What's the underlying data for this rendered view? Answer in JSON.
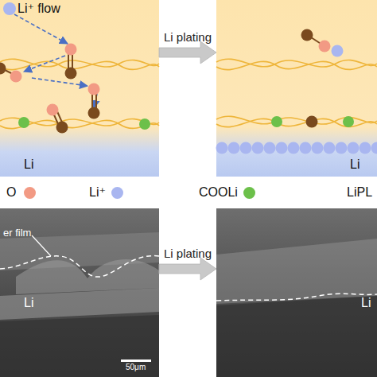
{
  "diagram": {
    "nodes": [
      {
        "text": [
          "Li⁺ flow",
          "Li"
        ]
      },
      {
        "text": [
          "Li"
        ]
      },
      {
        "text": [
          "er film",
          "Li",
          "50μm"
        ]
      },
      {
        "text": [
          "Li"
        ]
      }
    ],
    "edges": [
      {
        "from": 0,
        "to": 1,
        "label": "Li plating",
        "arrow": "to"
      },
      {
        "from": 2,
        "to": 3,
        "label": "Li plating",
        "arrow": "to"
      }
    ],
    "labels": [
      "LiPL"
    ],
    "legend": [
      {
        "text": "O",
        "color": "#f29a84"
      },
      {
        "text": "Li⁺",
        "color": "#a9b6f0"
      },
      {
        "text": "COOLi",
        "color": "#6cc04a"
      }
    ]
  }
}
